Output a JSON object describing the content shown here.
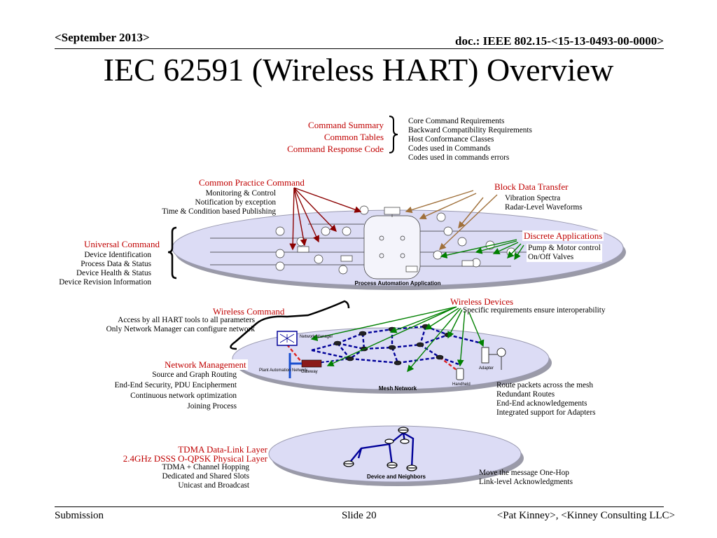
{
  "header": {
    "date": "<September 2013>",
    "doc": "doc.: IEEE 802.15-<15-13-0493-00-0000>"
  },
  "title": "IEC 62591 (Wireless HART) Overview",
  "top_section": {
    "red_labels": [
      "Command Summary",
      "Common Tables",
      "Command Response Code"
    ],
    "items": [
      "Core Command Requirements",
      "Backward Compatibility Requirements",
      "Host Conformance Classes",
      "Codes used in Commands",
      "Codes used in commands errors"
    ]
  },
  "common_practice": {
    "title": "Common Practice Command",
    "items": [
      "Monitoring & Control",
      "Notification by exception",
      "Time & Condition based Publishing"
    ]
  },
  "universal": {
    "title": "Universal Command",
    "items": [
      "Device Identification",
      "Process Data & Status",
      "Device Health & Status",
      "Device Revision Information"
    ]
  },
  "block_data": {
    "title": "Block Data Transfer",
    "items": [
      "Vibration Spectra",
      "Radar-Level Waveforms"
    ]
  },
  "discrete": {
    "title": "Discrete Applications",
    "items": [
      "Pump & Motor control",
      "On/Off Valves"
    ]
  },
  "process_app_label": "Process Automation Application",
  "wireless_command": {
    "title": "Wireless Command",
    "items": [
      "Access by all HART tools to all parameters",
      "Only Network Manager can configure network"
    ]
  },
  "wireless_devices": {
    "title": "Wireless Devices",
    "desc": "Specific requirements ensure interoperability"
  },
  "network_mgmt": {
    "title": "Network Management",
    "items": [
      "Source and Graph Routing",
      "End-End Security, PDU Encipherment",
      "Continuous network optimization",
      "Joining Process"
    ]
  },
  "mesh": {
    "label": "Mesh Network",
    "network_manager": "Network Manager",
    "gateway": "Gateway",
    "plant_network": "Plant Automation Network",
    "adapter": "Adapter",
    "handheld": "Handheld",
    "items": [
      "Route packets across the mesh",
      "Redundant Routes",
      "End-End acknowledgements",
      "Integrated support for Adapters"
    ]
  },
  "phy": {
    "titles": [
      "TDMA Data-Link Layer",
      "2.4GHz DSSS O-QPSK Physical Layer"
    ],
    "items": [
      "TDMA + Channel Hopping",
      "Dedicated and Shared Slots",
      "Unicast and Broadcast"
    ],
    "ellipse_label": "Device and Neighbors",
    "right_items": [
      "Move the message One-Hop",
      "Link-level Acknowledgments"
    ]
  },
  "footer": {
    "left": "Submission",
    "center": "Slide 20",
    "right": "<Pat Kinney>, <Kinney Consulting LLC>"
  },
  "colors": {
    "accent_red": "#c00000",
    "ellipse_fill": "#dcdcf5",
    "mesh_blue": "#000099",
    "arrow_green": "#008000",
    "arrow_darkred": "#8b0000",
    "arrow_brown": "#a0703a"
  }
}
